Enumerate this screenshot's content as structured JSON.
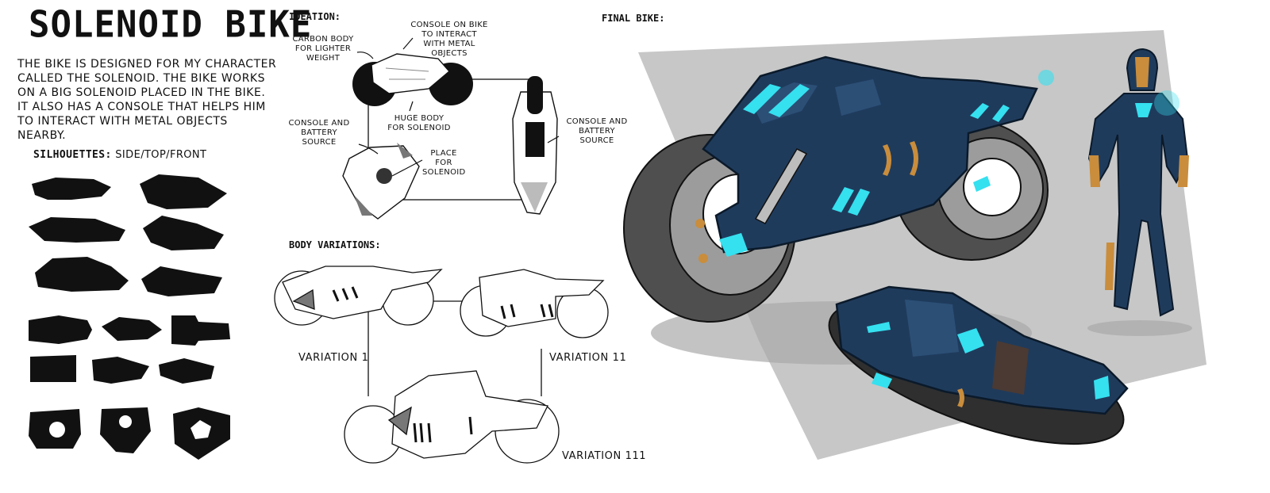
{
  "title": "SOLENOID BIKE",
  "description": "THE BIKE IS DESIGNED FOR MY CHARACTER CALLED THE SOLENOID. THE BIKE WORKS ON A BIG SOLENOID PLACED IN THE BIKE. IT ALSO HAS A CONSOLE THAT HELPS HIM TO INTERACT WITH METAL OBJECTS NEARBY.",
  "silhouettes": {
    "label": "SILHOUETTES:",
    "views": "SIDE/TOP/FRONT"
  },
  "ideation": {
    "heading": "IDEATION:",
    "notes": {
      "carbon_body": "CARBON BODY FOR LIGHTER WEIGHT",
      "console_on_bike": "CONSOLE ON BIKE TO INTERACT WITH METAL OBJECTS",
      "huge_body": "HUGE BODY FOR SOLENOID",
      "console_left": "CONSOLE AND BATTERY SOURCE",
      "place_for_solenoid": "PLACE FOR SOLENOID",
      "console_right": "CONSOLE AND BATTERY SOURCE"
    }
  },
  "body_variations": {
    "heading": "BODY VARIATIONS:",
    "labels": [
      "VARIATION 1",
      "VARIATION 11",
      "VARIATION 111"
    ]
  },
  "final": {
    "heading": "FINAL BIKE:"
  },
  "colors": {
    "bike_body": "#1f3b5c",
    "glow": "#35e0ef",
    "accent_gold": "#c98d3c",
    "backdrop_gray": "#c7c7c7",
    "tire": "#555555"
  }
}
